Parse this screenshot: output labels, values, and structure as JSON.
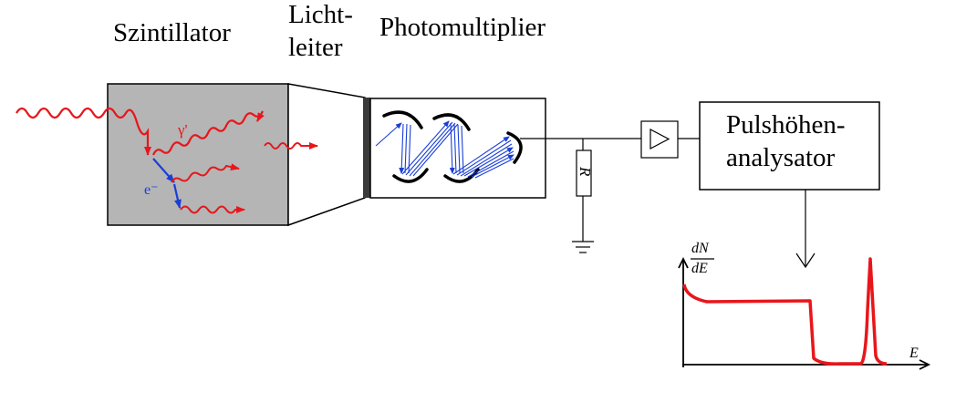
{
  "labels": {
    "scintillator": "Szintillator",
    "lightguide_line1": "Licht-",
    "lightguide_line2": "leiter",
    "photomultiplier": "Photomultiplier",
    "analyzer_line1": "Pulshöhen-",
    "analyzer_line2": "analysator",
    "gamma_prime": "γ'",
    "electron": "e⁻",
    "resistor": "R",
    "ylabel_num": "dN",
    "ylabel_den": "dE",
    "xlabel": "E"
  },
  "colors": {
    "scintillator_fill": "#b5b5b5",
    "photon": "#e8161b",
    "electron": "#1a3fd6",
    "line": "#000000",
    "spectrum": "#e8161b",
    "window": "#3a3a3a"
  },
  "icons": [
    "wavy-photon-arrow",
    "electron-arrow",
    "dynode-arc",
    "amplifier-triangle",
    "ground-symbol",
    "resistor-box",
    "down-arrow"
  ]
}
